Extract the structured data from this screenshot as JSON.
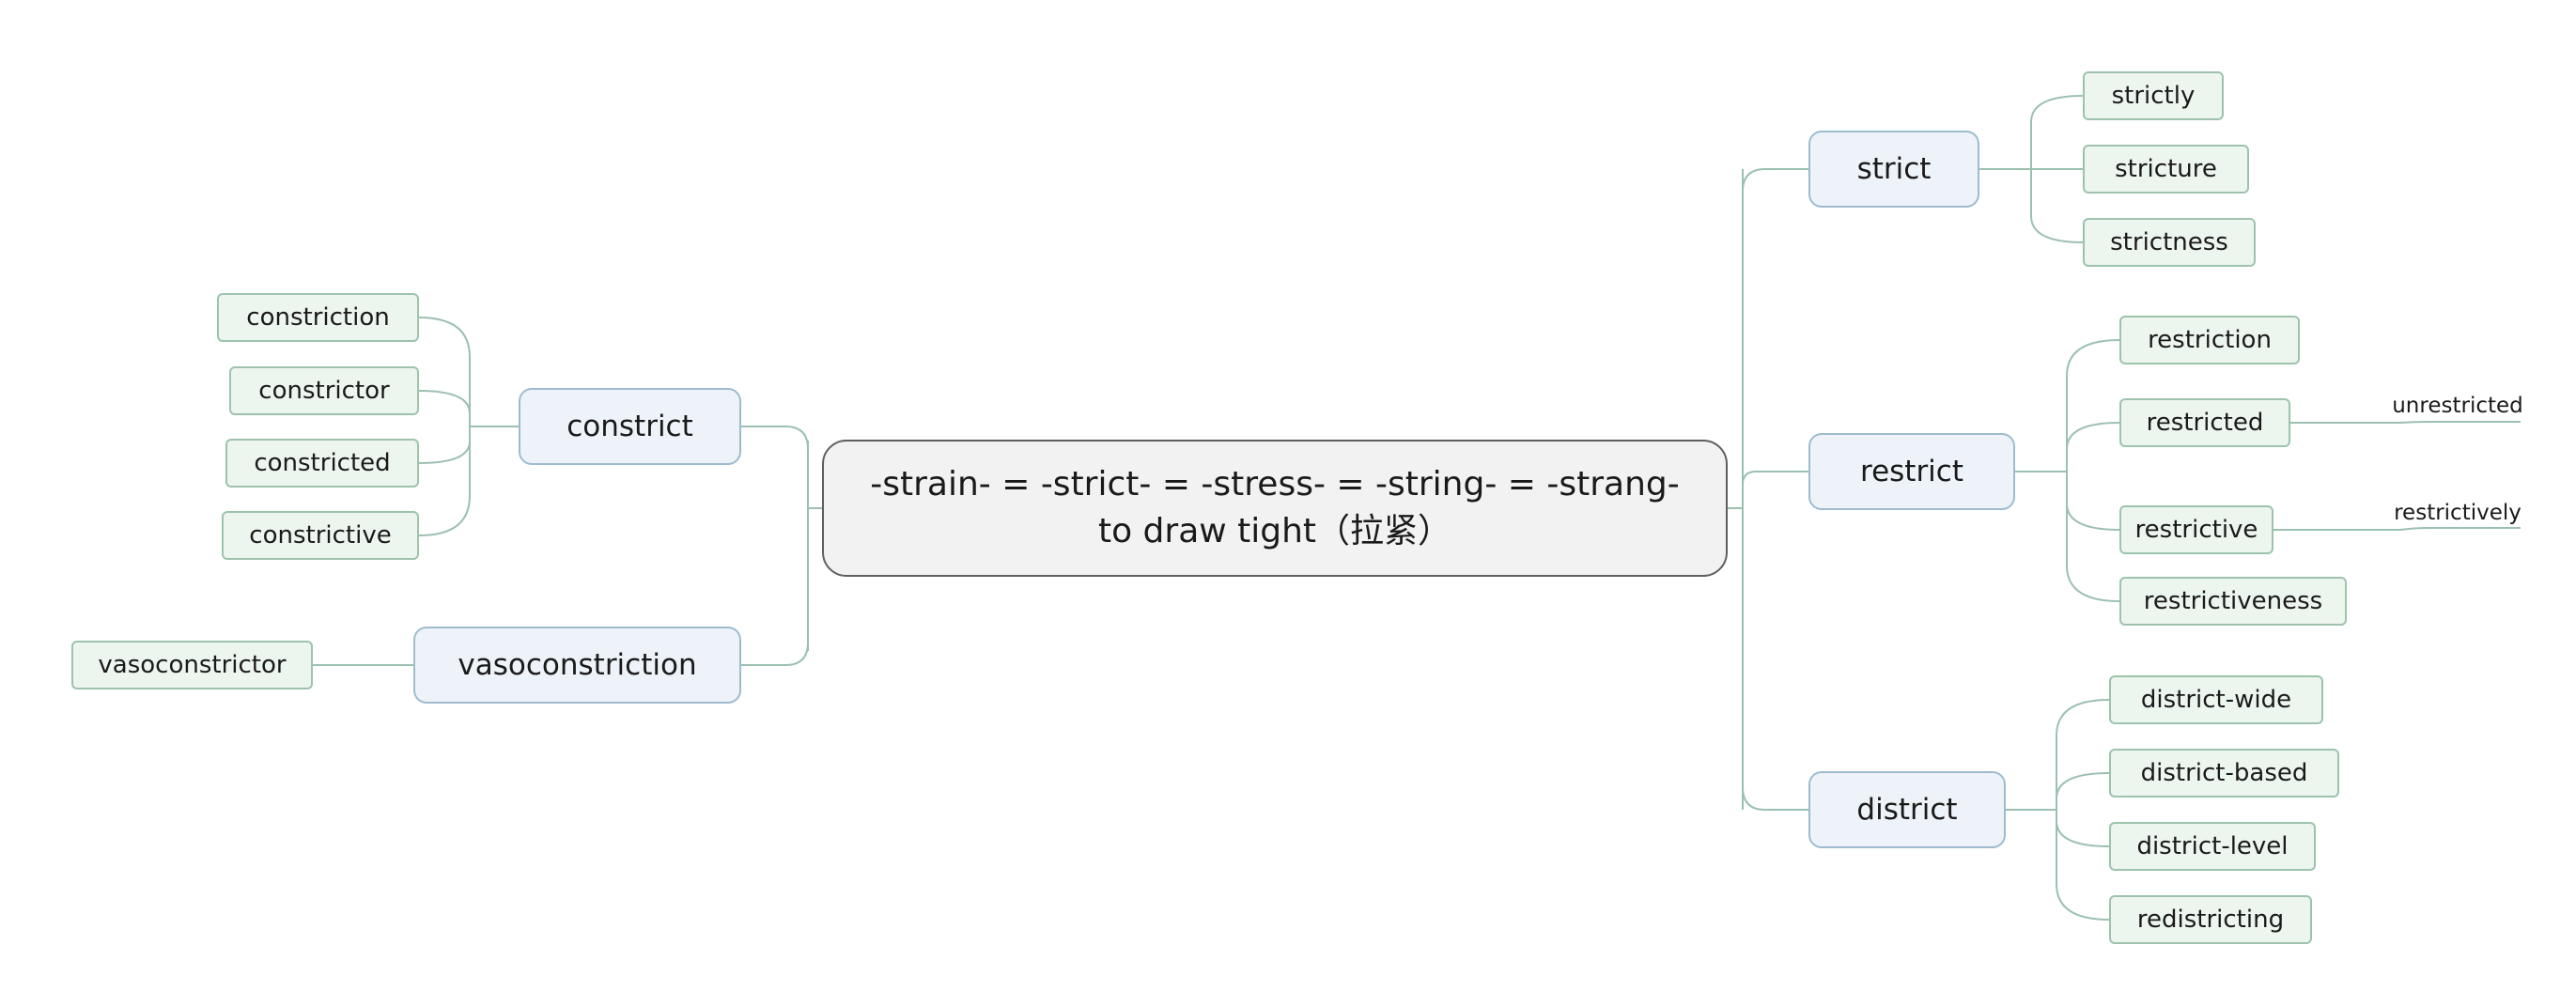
{
  "central": {
    "line1": "-strain- = -strict- = -stress- = -string- = -strang-",
    "line2": "to draw tight（拉紧）"
  },
  "left": {
    "constrict": {
      "label": "constrict",
      "children": [
        "constriction",
        "constrictor",
        "constricted",
        "constrictive"
      ]
    },
    "vasoconstriction": {
      "label": "vasoconstriction",
      "children": [
        "vasoconstrictor"
      ]
    }
  },
  "right": {
    "strict": {
      "label": "strict",
      "children": [
        "strictly",
        "stricture",
        "strictness"
      ]
    },
    "restrict": {
      "label": "restrict",
      "children": [
        "restriction",
        "restricted",
        "restrictive",
        "restrictiveness"
      ],
      "grandchildren": {
        "restricted": "unrestricted",
        "restrictive": "restrictively"
      }
    },
    "district": {
      "label": "district",
      "children": [
        "district-wide",
        "district-based",
        "district-level",
        "redistricting"
      ]
    }
  },
  "colors": {
    "connector": "#9cc0b0",
    "central_fill": "#f2f2f2",
    "central_border": "#5f5f5f",
    "main_fill": "#eef3f9",
    "main_border": "#9dbccf",
    "sub_fill": "#edf5ef",
    "sub_border": "#9dc3ad"
  }
}
